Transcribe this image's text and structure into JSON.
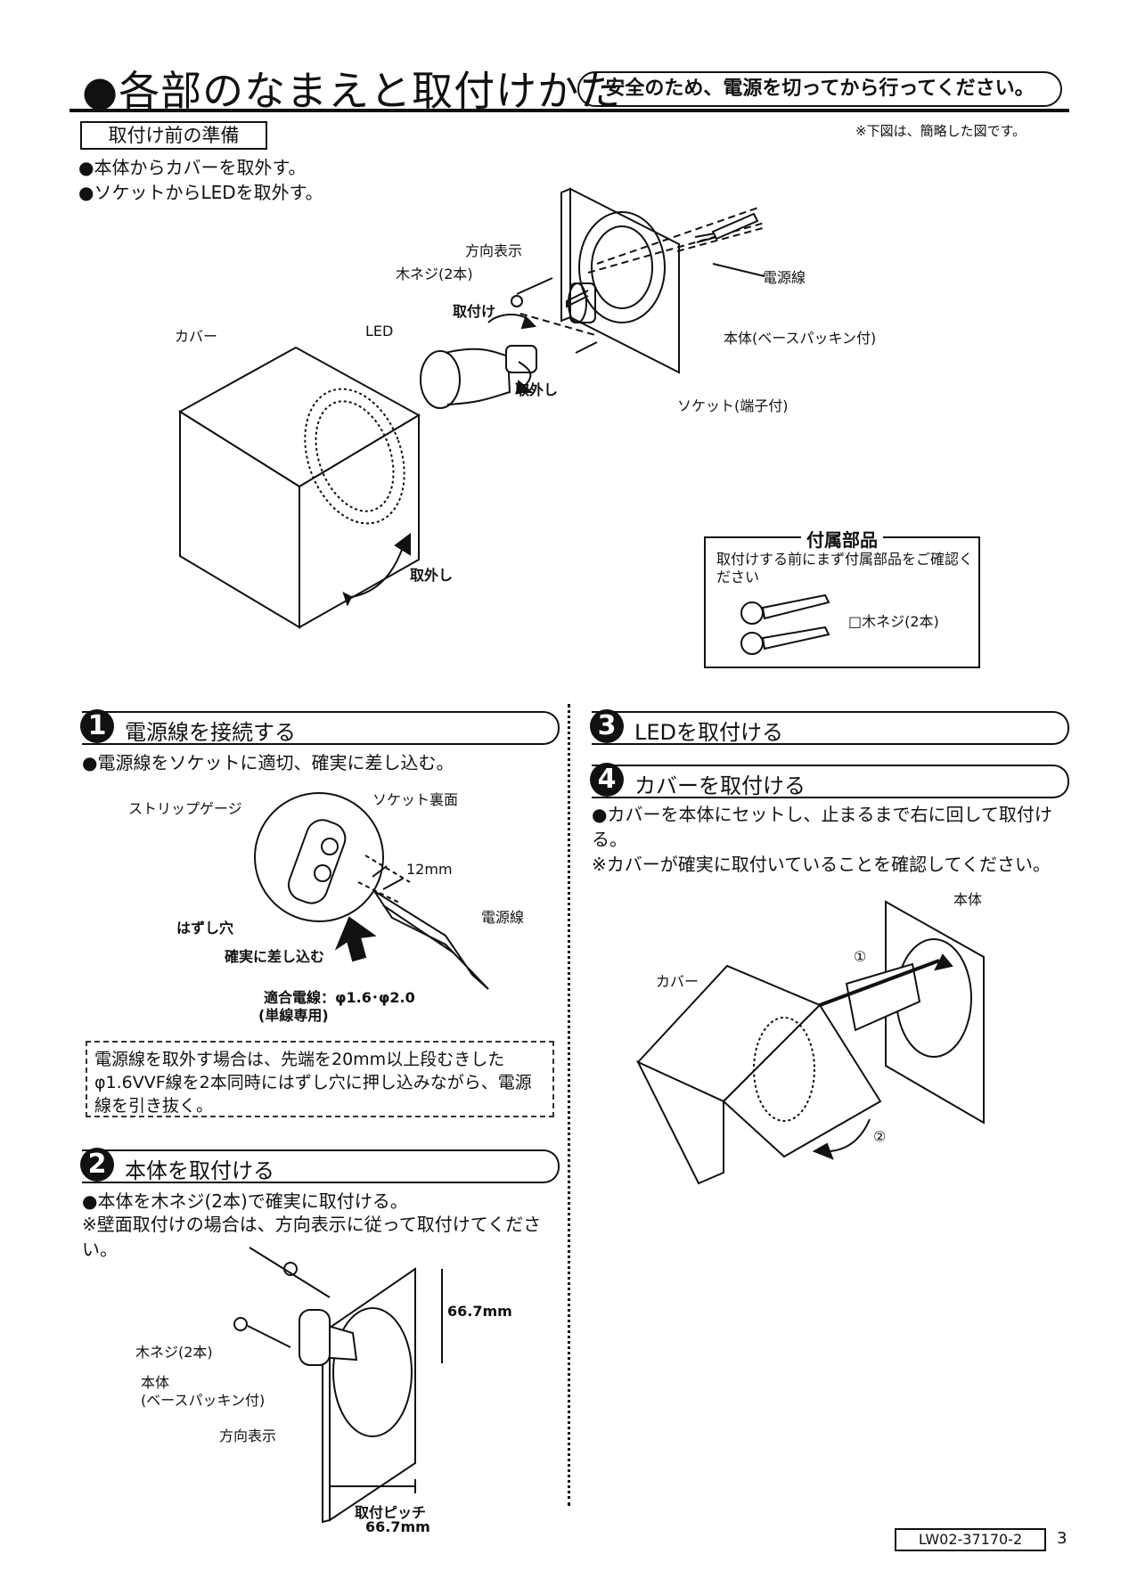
{
  "header": {
    "title": "●各部のなまえと取付けかた",
    "safety_note": "安全のため、電源を切ってから行ってください。",
    "prep_heading": "取付け前の準備",
    "note_simplified": "※下図は、簡略した図です。"
  },
  "prep": {
    "bullets": [
      "●本体からカバーを取外す。",
      "●ソケットからLEDを取外す。"
    ]
  },
  "diagram_top": {
    "label_direction": "方向表示",
    "label_screw": "木ネジ(2本)",
    "label_attach": "取付け",
    "label_power": "電源線",
    "label_led": "LED",
    "label_cover": "カバー",
    "label_body": "本体(ベースパッキン付)",
    "label_remove1": "取外し",
    "label_socket": "ソケット(端子付)",
    "label_remove2": "取外し"
  },
  "accessory": {
    "title": "付属部品",
    "desc": "取付けする前にまず付属部品をご確認ください",
    "item": "□木ネジ(2本)"
  },
  "step1": {
    "num": "1",
    "title": "電源線を接続する",
    "bullet": "●電源線をソケットに適切、確実に差し込む。",
    "label_strip": "ストリップゲージ",
    "label_socket_back": "ソケット裏面",
    "label_12mm": "12mm",
    "label_release": "はずし穴",
    "label_power": "電源線",
    "label_insert": "確実に差し込む",
    "label_wire": "適合電線：φ1.6･φ2.0",
    "label_single": "(単線専用)",
    "note": "電源線を取外す場合は、先端を20mm以上段むきしたφ1.6VVF線を2本同時にはずし穴に押し込みながら、電源線を引き抜く。"
  },
  "step2": {
    "num": "2",
    "title": "本体を取付ける",
    "bullet1": "●本体を木ネジ(2本)で確実に取付ける。",
    "bullet2": "※壁面取付けの場合は、方向表示に従って取付けてください。",
    "label_size": "66.7mm",
    "label_screw": "木ネジ(2本)",
    "label_body1": "本体",
    "label_body2": "(ベースパッキン付)",
    "label_direction": "方向表示",
    "label_pitch": "取付ピッチ",
    "label_pitch_val": "66.7mm"
  },
  "step3": {
    "num": "3",
    "title": "LEDを取付ける"
  },
  "step4": {
    "num": "4",
    "title": "カバーを取付ける",
    "bullet": "●カバーを本体にセットし、止まるまで右に回して取付ける。",
    "note": "※カバーが確実に取付いていることを確認してください。",
    "label_body": "本体",
    "label_cover": "カバー",
    "label_1": "①",
    "label_2": "②"
  },
  "footer": {
    "doc_number": "LW02-37170-2",
    "page": "3"
  }
}
